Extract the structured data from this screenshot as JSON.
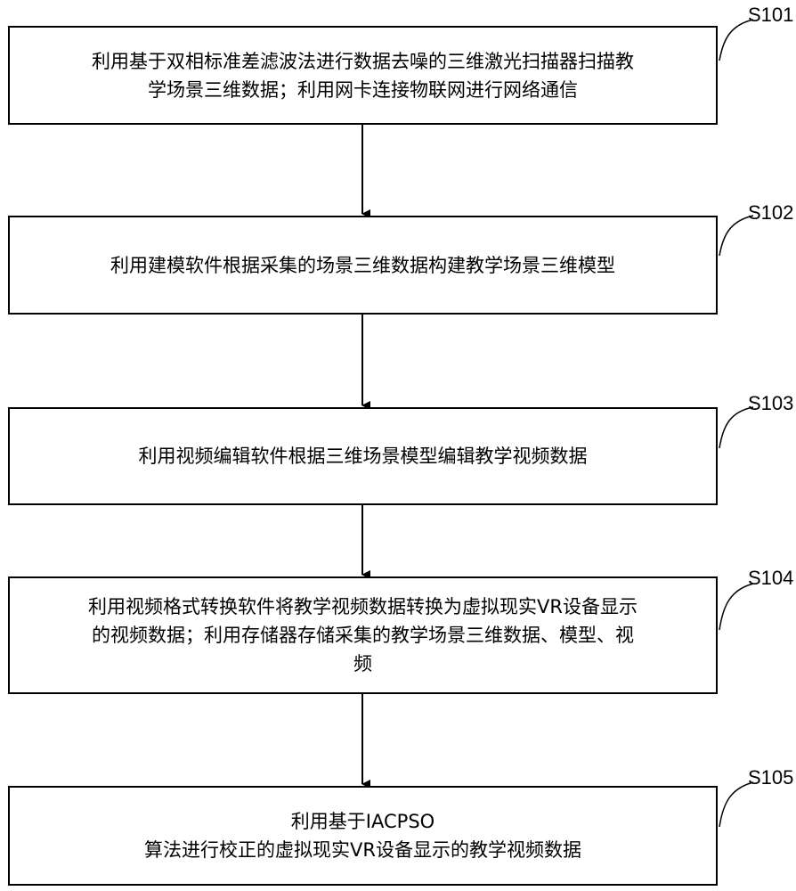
{
  "steps": [
    {
      "label": "S101",
      "text": "利用基于双相标准差滤波法进行数据去噪的三维激光扫描器扫描教\n学场景三维数据；利用网卡连接物联网进行网络通信"
    },
    {
      "label": "S102",
      "text": "利用建模软件根据采集的场景三维数据构建教学场景三维模型"
    },
    {
      "label": "S103",
      "text": "利用视频编辑软件根据三维场景模型编辑教学视频数据"
    },
    {
      "label": "S104",
      "text": "利用视频格式转换软件将教学视频数据转换为虚拟现实VR设备显示\n的视频数据；利用存储器存储采集的教学场景三维数据、模型、视\n频"
    },
    {
      "label": "S105",
      "text": "利用基于IACPSO\n算法进行校正的虚拟现实VR设备显示的教学视频数据"
    }
  ]
}
